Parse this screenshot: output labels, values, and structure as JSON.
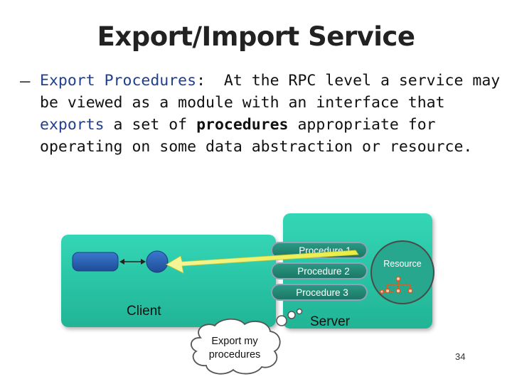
{
  "title": "Export/Import Service",
  "bullet": {
    "dash": "–",
    "lead": "Export Procedures",
    "colon": ":",
    "text1": "  At the RPC level a service may be viewed as a module with an interface that ",
    "exports_word": "exports",
    "text2": " a set of ",
    "procedures_word": "procedures",
    "text3": " appropriate for operating on some data abstraction or resource."
  },
  "diagram": {
    "client_label": "Client",
    "server_label": "Server",
    "resource_label": "Resource",
    "procedures": [
      "Procedure 1",
      "Procedure 2",
      "Procedure 3"
    ],
    "thought_bubble_lines": [
      "Export my",
      "procedures"
    ]
  },
  "slide_number": "34",
  "colors": {
    "box_teal": "#2ec8a8",
    "pill_blue": "#2a5fb0",
    "arrow_yellow": "#eef04a",
    "resource_tree": "#e8551a"
  },
  "icons": [
    "client-handle-icon",
    "client-endpoint-icon",
    "resource-tree-icon",
    "call-arrow-icon"
  ]
}
